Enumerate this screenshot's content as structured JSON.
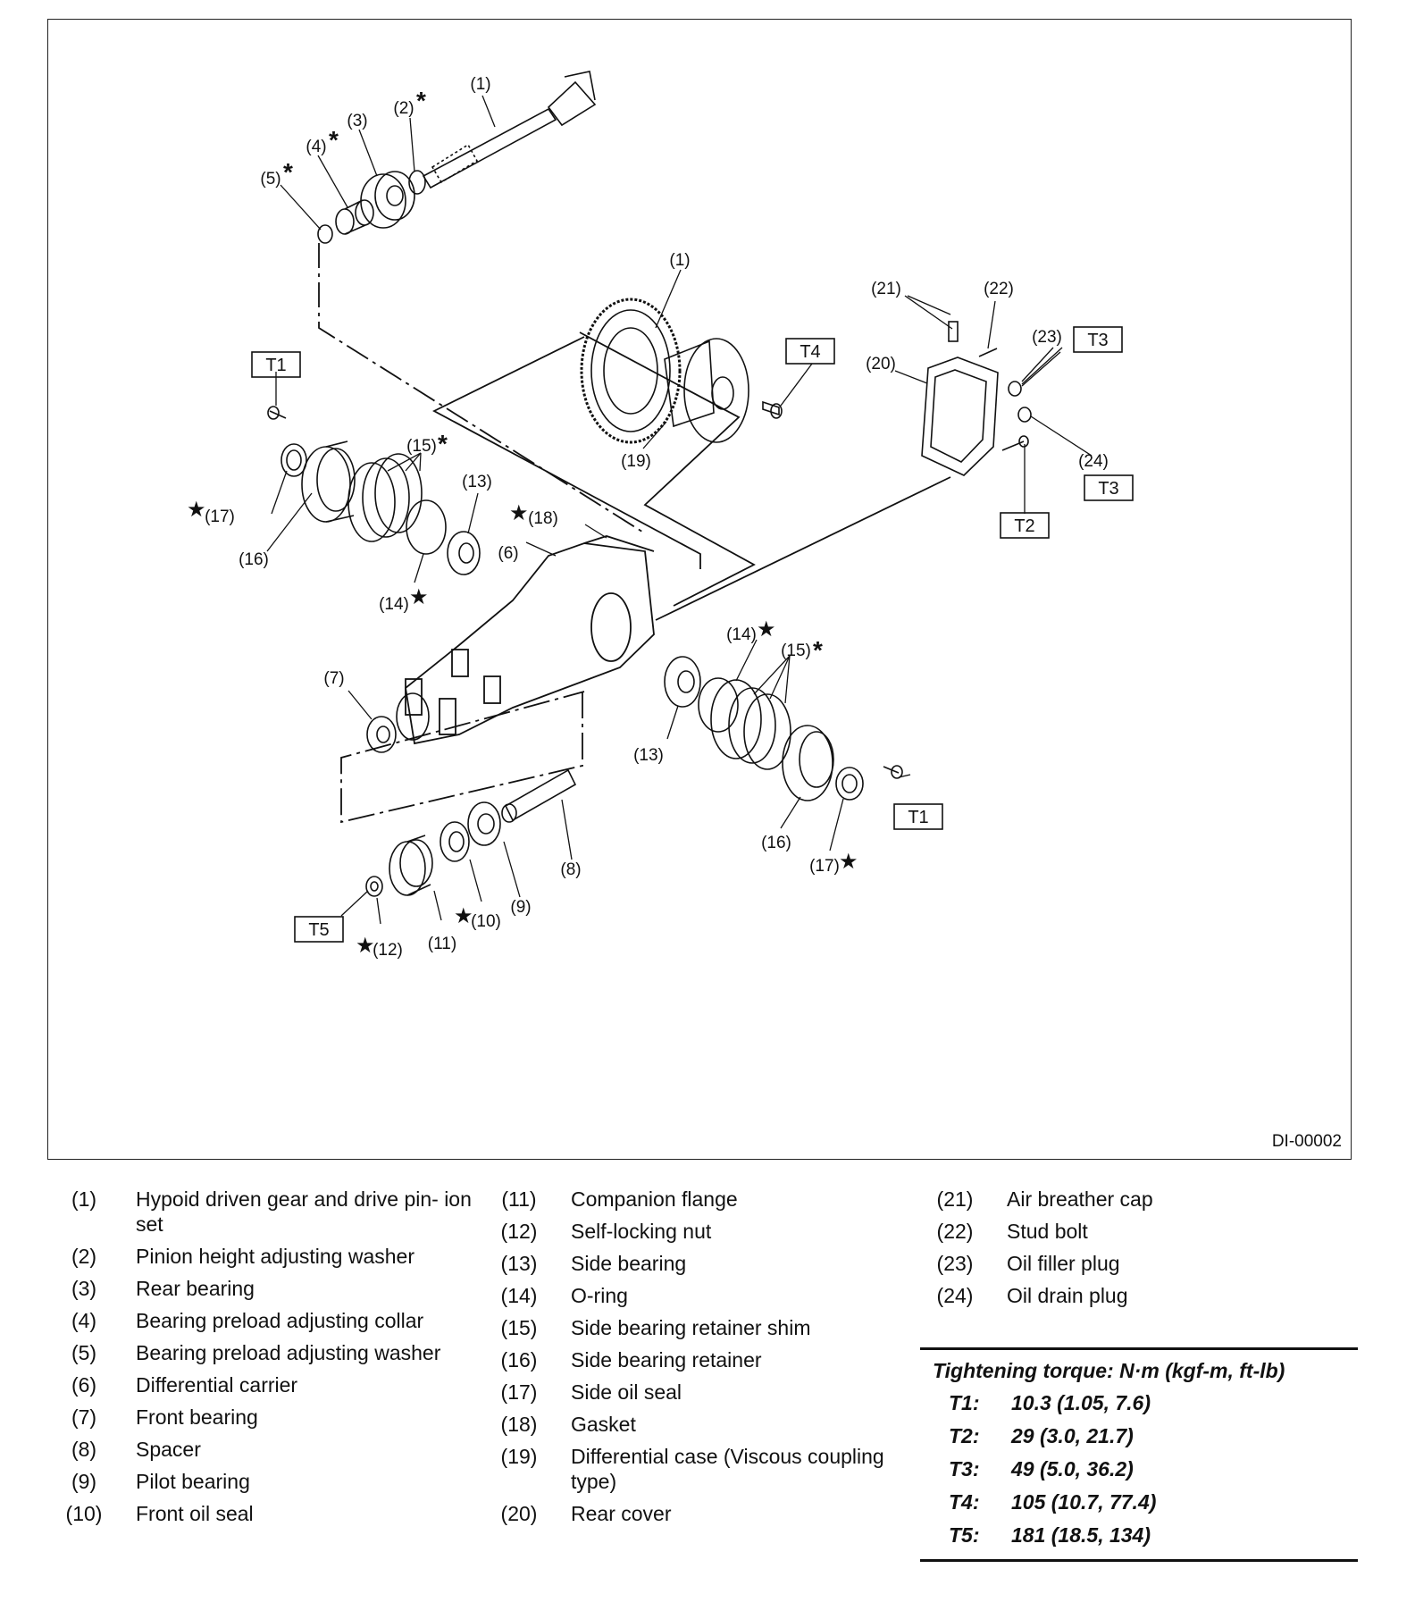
{
  "diagram": {
    "figure_id": "DI-00002",
    "callouts": {
      "c1_pinion": "(1)",
      "c1_gear": "(1)",
      "c2": "(2)",
      "c3": "(3)",
      "c4": "(4)",
      "c5": "(5)",
      "c6": "(6)",
      "c7": "(7)",
      "c8": "(8)",
      "c9": "(9)",
      "c10": "(10)",
      "c11": "(11)",
      "c12": "(12)",
      "c13_left": "(13)",
      "c13_right": "(13)",
      "c14_left": "(14)",
      "c14_right": "(14)",
      "c15_left": "(15)",
      "c15_right": "(15)",
      "c16_left": "(16)",
      "c16_right": "(16)",
      "c17_left": "(17)",
      "c17_right": "(17)",
      "c18": "(18)",
      "c19": "(19)",
      "c20": "(20)",
      "c21": "(21)",
      "c22": "(22)",
      "c23": "(23)",
      "c24": "(24)"
    },
    "marks": {
      "asterisk": "*",
      "star": "★"
    },
    "torque_boxes": {
      "t1_left": "T1",
      "t1_right": "T1",
      "t2": "T2",
      "t3_upper": "T3",
      "t3_lower": "T3",
      "t4": "T4",
      "t5": "T5"
    }
  },
  "legend": {
    "column1": [
      {
        "num": "(1)",
        "text": "Hypoid driven gear and drive pin- ion set"
      },
      {
        "num": "(2)",
        "text": "Pinion height adjusting washer"
      },
      {
        "num": "(3)",
        "text": "Rear bearing"
      },
      {
        "num": "(4)",
        "text": "Bearing preload adjusting collar"
      },
      {
        "num": "(5)",
        "text": "Bearing preload adjusting washer"
      },
      {
        "num": "(6)",
        "text": "Differential carrier"
      },
      {
        "num": "(7)",
        "text": "Front bearing"
      },
      {
        "num": "(8)",
        "text": "Spacer"
      },
      {
        "num": "(9)",
        "text": "Pilot bearing"
      },
      {
        "num": "(10)",
        "text": "Front oil seal"
      }
    ],
    "column2": [
      {
        "num": "(11)",
        "text": "Companion flange"
      },
      {
        "num": "(12)",
        "text": "Self-locking nut"
      },
      {
        "num": "(13)",
        "text": "Side bearing"
      },
      {
        "num": "(14)",
        "text": "O-ring"
      },
      {
        "num": "(15)",
        "text": "Side bearing retainer shim"
      },
      {
        "num": "(16)",
        "text": "Side bearing retainer"
      },
      {
        "num": "(17)",
        "text": "Side oil seal"
      },
      {
        "num": "(18)",
        "text": "Gasket"
      },
      {
        "num": "(19)",
        "text": "Differential case (Viscous coupling type)"
      },
      {
        "num": "(20)",
        "text": "Rear cover"
      }
    ],
    "column3": [
      {
        "num": "(21)",
        "text": "Air breather cap"
      },
      {
        "num": "(22)",
        "text": "Stud bolt"
      },
      {
        "num": "(23)",
        "text": "Oil filler plug"
      },
      {
        "num": "(24)",
        "text": "Oil drain plug"
      }
    ]
  },
  "torque": {
    "title": "Tightening torque: N·m (kgf-m, ft-lb)",
    "rows": [
      {
        "code": "T1:",
        "value": "10.3 (1.05, 7.6)"
      },
      {
        "code": "T2:",
        "value": "29 (3.0, 21.7)"
      },
      {
        "code": "T3:",
        "value": "49 (5.0, 36.2)"
      },
      {
        "code": "T4:",
        "value": "105 (10.7, 77.4)"
      },
      {
        "code": "T5:",
        "value": "181 (18.5, 134)"
      }
    ]
  }
}
